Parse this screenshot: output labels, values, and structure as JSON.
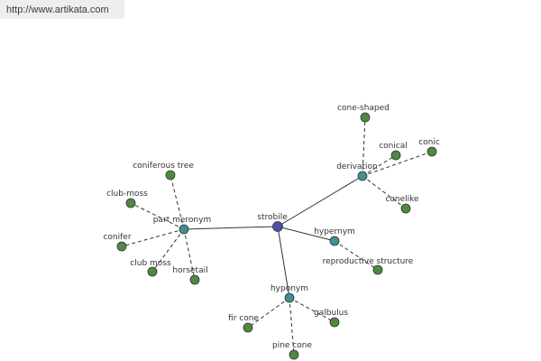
{
  "header": {
    "url": "http://www.artikata.com"
  },
  "colors": {
    "center": "#4a50a8",
    "relation": "#3f8f95",
    "leaf": "#4d8a3e",
    "edge": "#333333",
    "node_stroke": "#333333"
  },
  "graph": {
    "center": "strobile",
    "relations": [
      {
        "label": "derivation",
        "leaves": [
          "cone-shaped",
          "conical",
          "conic",
          "conelike"
        ]
      },
      {
        "label": "part meronym",
        "leaves": [
          "coniferous tree",
          "club-moss",
          "conifer",
          "club moss",
          "horsetail"
        ]
      },
      {
        "label": "hypernym",
        "leaves": [
          "reproductive structure"
        ]
      },
      {
        "label": "hyponym",
        "leaves": [
          "fir cone",
          "galbulus",
          "pine cone"
        ]
      }
    ]
  }
}
